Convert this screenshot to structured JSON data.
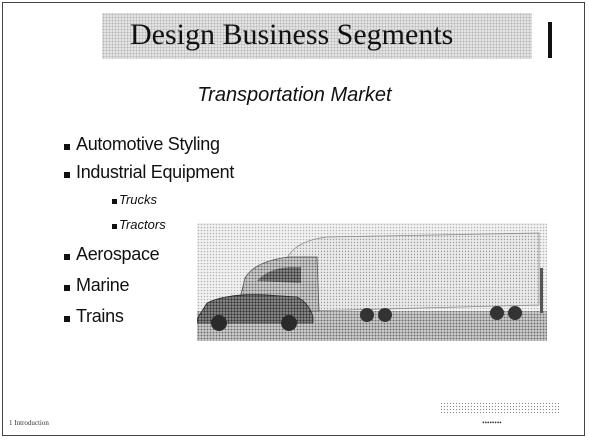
{
  "slide": {
    "title": "Design Business Segments",
    "subtitle": "Transportation Market",
    "bullets": [
      {
        "label": "Automotive Styling"
      },
      {
        "label": "Industrial Equipment"
      },
      {
        "label": "Aerospace"
      },
      {
        "label": "Marine"
      },
      {
        "label": "Trains"
      }
    ],
    "sub_bullets": [
      {
        "label": "Trucks"
      },
      {
        "label": "Tractors"
      }
    ],
    "image_description": "truck-and-car-photo",
    "footer": {
      "left": "1  Introduction"
    }
  },
  "colors": {
    "text": "#111111",
    "title_band": "#e3e3e3",
    "frame": "#444444"
  }
}
